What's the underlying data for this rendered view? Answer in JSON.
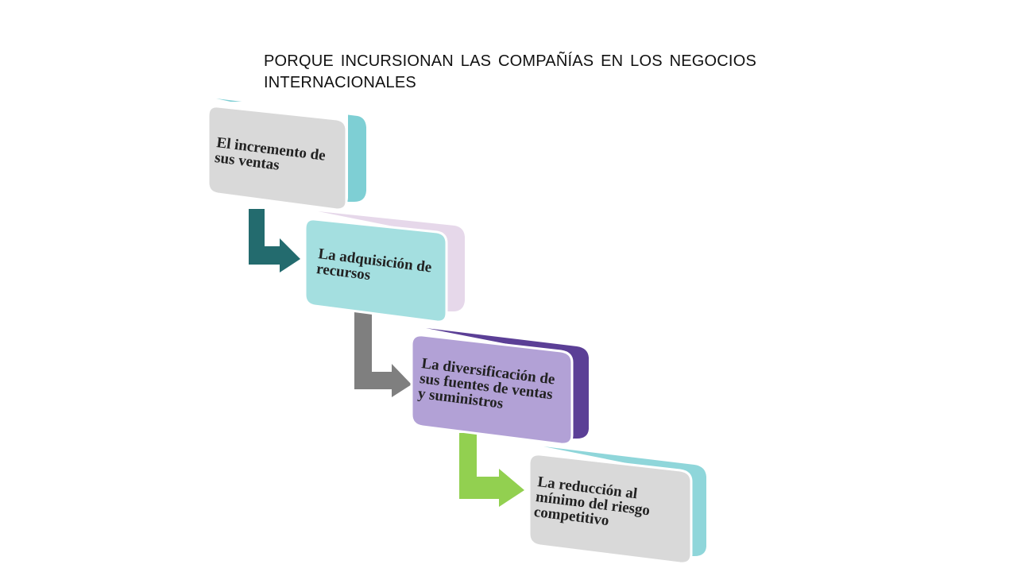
{
  "title": "PORQUE INCURSIONAN LAS COMPAÑÍAS EN LOS NEGOCIOS INTERNACIONALES",
  "steps": [
    {
      "lines": [
        "El incremento de",
        "sus ventas"
      ],
      "face": "#d9d9d9",
      "side": "#7ecfd4"
    },
    {
      "lines": [
        "La adquisición de",
        "recursos"
      ],
      "face": "#a4dfe0",
      "side": "#e6d8ea"
    },
    {
      "lines": [
        "La diversificación de",
        "sus fuentes de ventas",
        "y suministros"
      ],
      "face": "#b2a1d6",
      "side": "#5b3f96"
    },
    {
      "lines": [
        "La reducción al",
        "mínimo del riesgo",
        "competitivo"
      ],
      "face": "#d9d9d9",
      "side": "#8fd6da"
    }
  ],
  "arrows": [
    {
      "color": "#236b6e"
    },
    {
      "color": "#7f7f7f"
    },
    {
      "color": "#92d050"
    }
  ]
}
